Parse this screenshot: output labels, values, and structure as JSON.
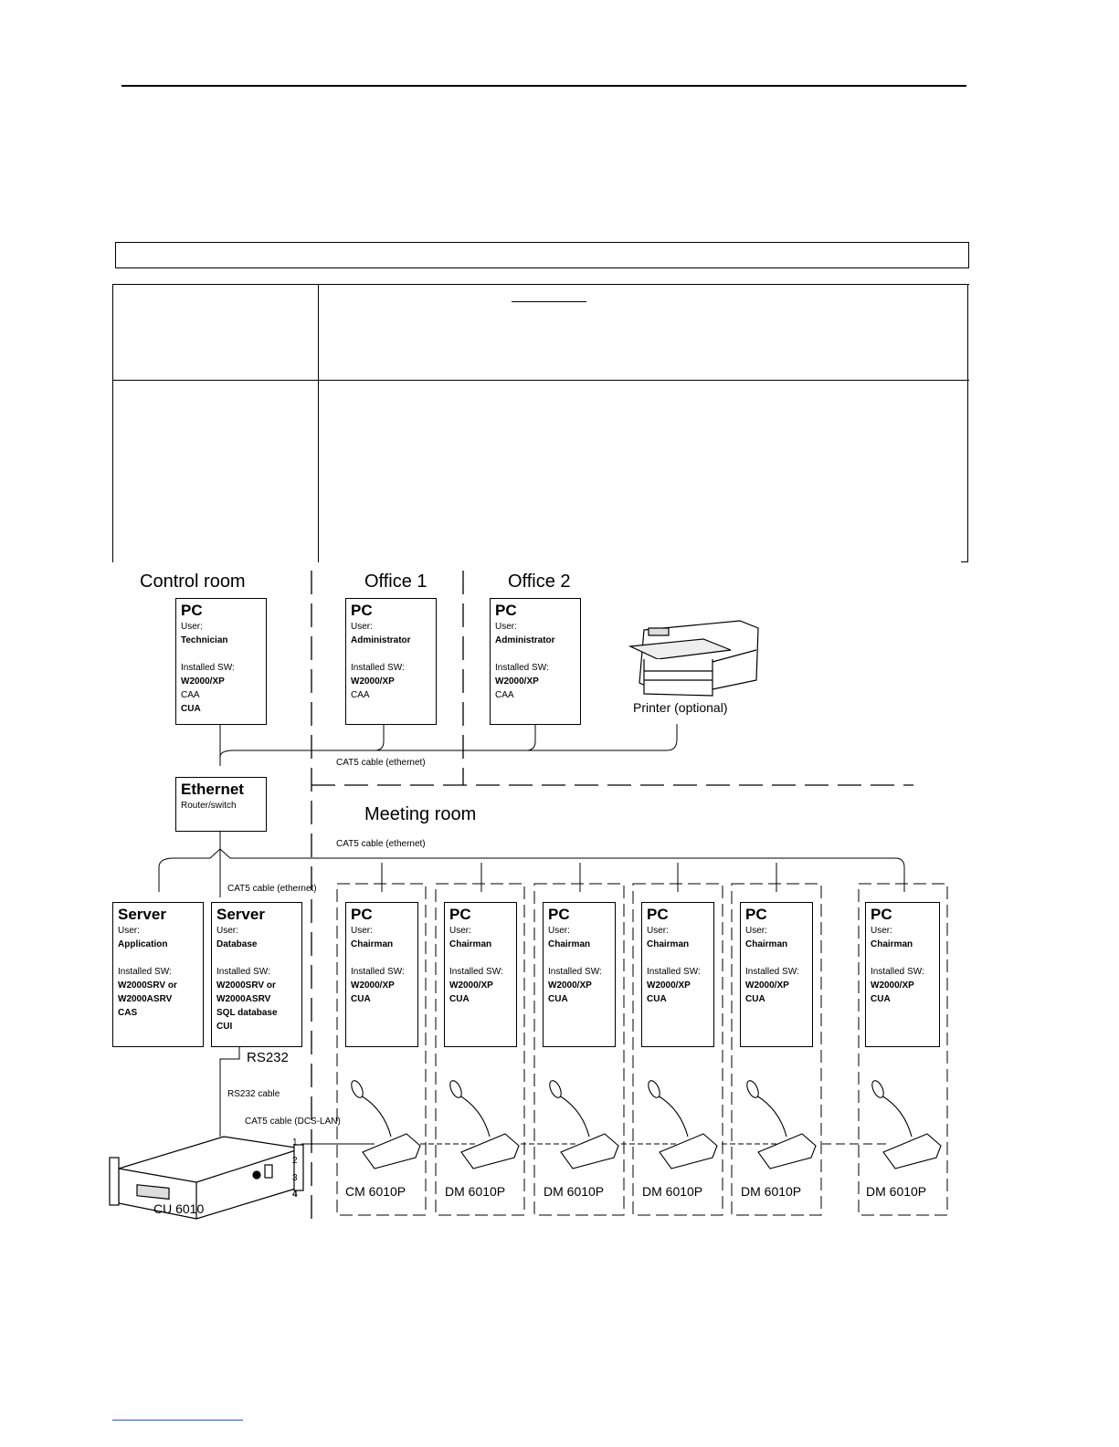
{
  "rooms": {
    "control": "Control room",
    "office1": "Office 1",
    "office2": "Office 2",
    "meeting": "Meeting room"
  },
  "pc_control": {
    "title": "PC",
    "user_label": "User:",
    "user": "Technician",
    "sw_label": "Installed SW:",
    "sw": [
      "W2000/XP",
      "CAA",
      "CUA"
    ]
  },
  "pc_office1": {
    "title": "PC",
    "user_label": "User:",
    "user": "Administrator",
    "sw_label": "Installed SW:",
    "sw": [
      "W2000/XP",
      "CAA"
    ]
  },
  "pc_office2": {
    "title": "PC",
    "user_label": "User:",
    "user": "Administrator",
    "sw_label": "Installed SW:",
    "sw": [
      "W2000/XP",
      "CAA"
    ]
  },
  "printer_label": "Printer (optional)",
  "ethernet": {
    "title": "Ethernet",
    "sub": "Router/switch"
  },
  "server_app": {
    "title": "Server",
    "user_label": "User:",
    "user": "Application",
    "sw_label": "Installed SW:",
    "sw": [
      "W2000SRV or",
      "W2000ASRV",
      "CAS"
    ]
  },
  "server_db": {
    "title": "Server",
    "user_label": "User:",
    "user": "Database",
    "sw_label": "Installed SW:",
    "sw": [
      "W2000SRV or",
      "W2000ASRV",
      "SQL database",
      "CUI"
    ]
  },
  "meeting_pcs": [
    {
      "title": "PC",
      "user_label": "User:",
      "user": "Chairman",
      "sw_label": "Installed SW:",
      "sw": [
        "W2000/XP",
        "CUA"
      ],
      "device": "CM 6010P"
    },
    {
      "title": "PC",
      "user_label": "User:",
      "user": "Chairman",
      "sw_label": "Installed SW:",
      "sw": [
        "W2000/XP",
        "CUA"
      ],
      "device": "DM 6010P"
    },
    {
      "title": "PC",
      "user_label": "User:",
      "user": "Chairman",
      "sw_label": "Installed SW:",
      "sw": [
        "W2000/XP",
        "CUA"
      ],
      "device": "DM 6010P"
    },
    {
      "title": "PC",
      "user_label": "User:",
      "user": "Chairman",
      "sw_label": "Installed SW:",
      "sw": [
        "W2000/XP",
        "CUA"
      ],
      "device": "DM 6010P"
    },
    {
      "title": "PC",
      "user_label": "User:",
      "user": "Chairman",
      "sw_label": "Installed SW:",
      "sw": [
        "W2000/XP",
        "CUA"
      ],
      "device": "DM 6010P"
    },
    {
      "title": "PC",
      "user_label": "User:",
      "user": "Chairman",
      "sw_label": "Installed SW:",
      "sw": [
        "W2000/XP",
        "CUA"
      ],
      "device": "DM 6010P"
    }
  ],
  "cables": {
    "cat5_office": "CAT5 cable (ethernet)",
    "cat5_meeting": "CAT5 cable (ethernet)",
    "cat5_servers": "CAT5 cable (ethernet)",
    "rs232": "RS232",
    "rs232_cable": "RS232 cable",
    "cat5_dcs": "CAT5 cable (DCS-LAN)"
  },
  "ports": [
    "1",
    "2",
    "3",
    "4"
  ],
  "cu_label": "CU 6010"
}
